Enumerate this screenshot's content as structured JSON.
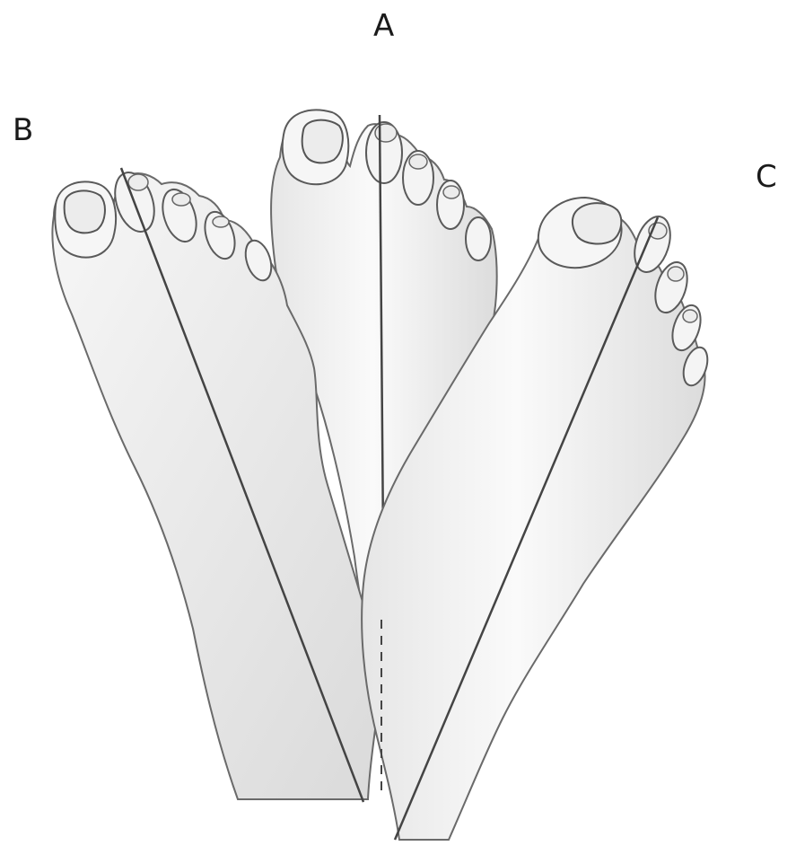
{
  "labels": {
    "a": "A",
    "b": "B",
    "c": "C"
  },
  "colors": {
    "background": "#ffffff",
    "skin_fill": "#f4f4f4",
    "skin_shade": "#d9d9d9",
    "outline": "#555555",
    "axis_line": "#444444",
    "label_text": "#1a1a1a"
  },
  "figure": {
    "feet": [
      {
        "id": "A",
        "orientation": "neutral"
      },
      {
        "id": "B",
        "orientation": "abducted-left"
      },
      {
        "id": "C",
        "orientation": "adducted-right"
      }
    ]
  }
}
